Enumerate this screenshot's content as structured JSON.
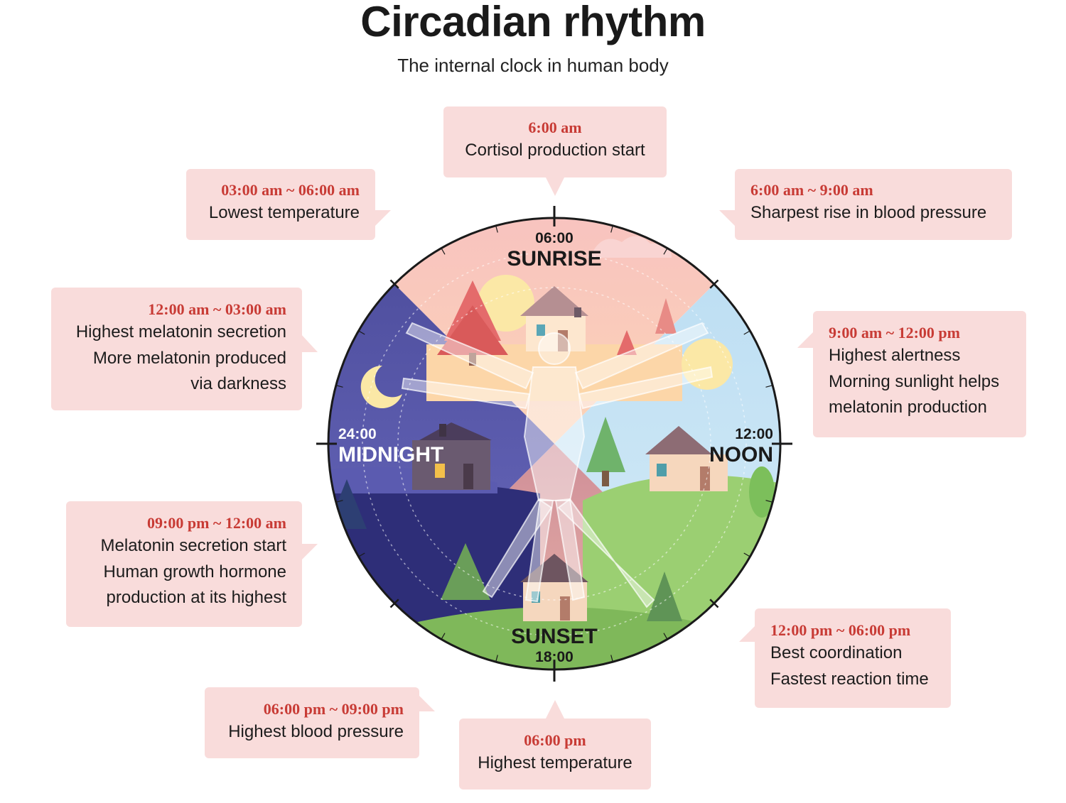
{
  "title": "Circadian rhythm",
  "subtitle": "The internal clock in human body",
  "cards": {
    "c0600": {
      "time": "6:00 am",
      "lines": [
        "Cortisol production start"
      ]
    },
    "c0300": {
      "time": "03:00 am ~ 06:00 am",
      "lines": [
        "Lowest temperature"
      ]
    },
    "c0609": {
      "time": "6:00 am ~ 9:00 am",
      "lines": [
        "Sharpest rise in blood pressure"
      ]
    },
    "c1203": {
      "time": "12:00 am ~ 03:00 am",
      "lines": [
        "Highest melatonin secretion",
        "More melatonin produced",
        "via darkness"
      ]
    },
    "c0912": {
      "time": "9:00 am ~ 12:00 pm",
      "lines": [
        "Highest alertness",
        "Morning sunlight helps",
        "melatonin production"
      ]
    },
    "c2100": {
      "time": "09:00 pm ~ 12:00 am",
      "lines": [
        "Melatonin secretion start",
        "Human growth hormone",
        "production at its highest"
      ]
    },
    "c1218": {
      "time": "12:00 pm ~ 06:00 pm",
      "lines": [
        "Best coordination",
        "Fastest reaction time"
      ]
    },
    "c1821": {
      "time": "06:00 pm ~ 09:00 pm",
      "lines": [
        "Highest blood pressure"
      ]
    },
    "c1800": {
      "time": "06:00 pm",
      "lines": [
        "Highest temperature"
      ]
    }
  },
  "clock": {
    "sunrise": {
      "time": "06:00",
      "name": "SUNRISE"
    },
    "noon": {
      "time": "12:00",
      "name": "NOON"
    },
    "sunset": {
      "time": "18:00",
      "name": "SUNSET"
    },
    "midnight": {
      "time": "24:00",
      "name": "MIDNIGHT"
    }
  },
  "colors": {
    "card_bg": "#f9dcdb",
    "time_red": "#c83b35",
    "sunrise_bg": "#f7c6c3",
    "noon_bg": "#a9d4ee",
    "sunset_bg": "#e3a6ad",
    "midnight_bg": "#3f3f8c"
  }
}
